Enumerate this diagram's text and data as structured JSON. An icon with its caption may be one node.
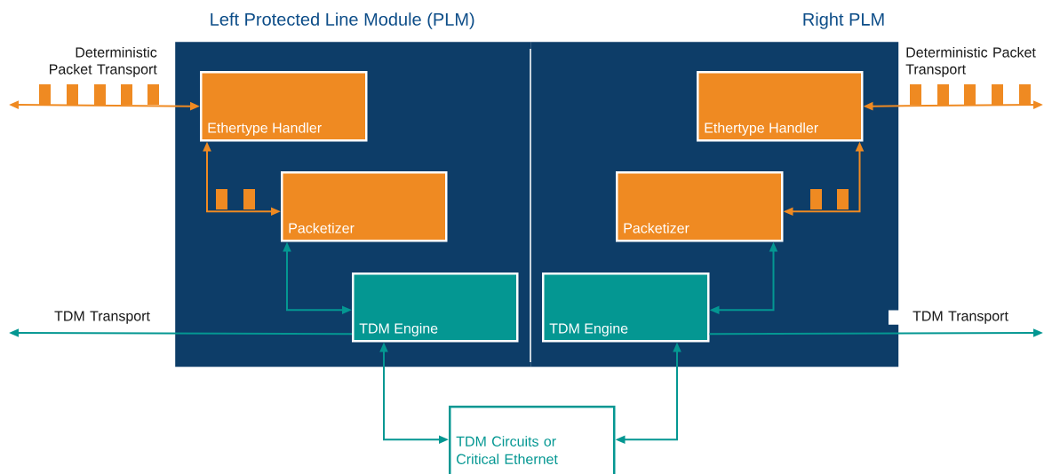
{
  "diagram": {
    "nodes": [
      {
        "text": [
          "Left Protected Line Module (PLM)"
        ]
      },
      {
        "text": [
          "Ethertype Handler"
        ],
        "in": 0
      },
      {
        "text": [
          "Packetizer"
        ],
        "in": 0
      },
      {
        "text": [
          "TDM Engine"
        ],
        "in": 0
      },
      {
        "text": [
          "Right PLM"
        ]
      },
      {
        "text": [
          "Ethertype Handler"
        ],
        "in": 4
      },
      {
        "text": [
          "Packetizer"
        ],
        "in": 4
      },
      {
        "text": [
          "TDM Engine"
        ],
        "in": 4
      },
      {
        "text": [
          "TDM Circuits or Critical Ethernet"
        ]
      }
    ],
    "edges": [
      {
        "from": null,
        "to": 1,
        "arrow": "both",
        "label": "Deterministic Packet Transport",
        "color": "#ef8a22"
      },
      {
        "from": 1,
        "to": 2,
        "arrow": "both",
        "color": "#ef8a22"
      },
      {
        "from": 2,
        "to": 3,
        "arrow": "both"
      },
      {
        "from": 3,
        "to": null,
        "arrow": "to",
        "label": "TDM Transport"
      },
      {
        "from": 3,
        "to": 8,
        "arrow": "both"
      },
      {
        "from": null,
        "to": 5,
        "arrow": "both",
        "label": "Deterministic Packet Transport",
        "color": "#ef8a22"
      },
      {
        "from": 5,
        "to": 6,
        "arrow": "both",
        "color": "#ef8a22"
      },
      {
        "from": 6,
        "to": 7,
        "arrow": "both"
      },
      {
        "from": 7,
        "to": null,
        "arrow": "to",
        "label": "TDM Transport"
      },
      {
        "from": 7,
        "to": 8,
        "arrow": "both"
      }
    ]
  }
}
